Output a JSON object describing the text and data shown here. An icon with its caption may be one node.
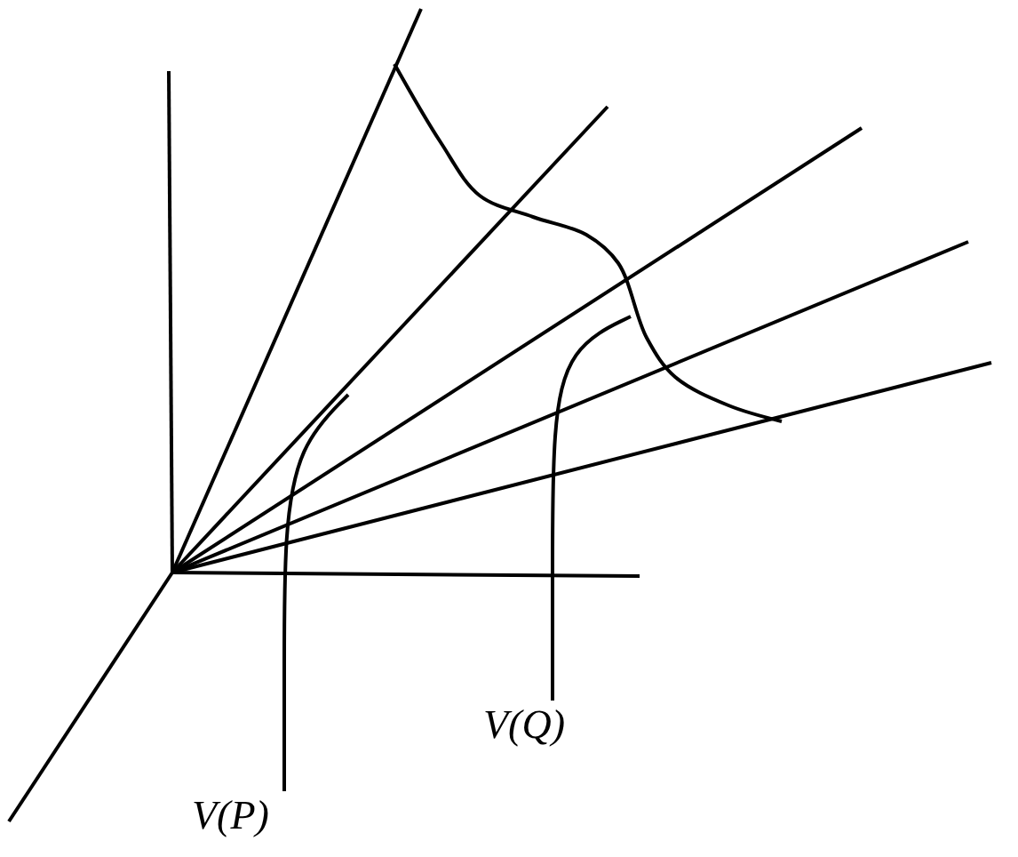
{
  "diagram": {
    "nodes": [
      {
        "text": [
          "V(P)"
        ]
      },
      {
        "text": [
          "V(Q)"
        ]
      }
    ],
    "edges": [
      {
        "from": 0,
        "to": null,
        "arrow": "none"
      },
      {
        "from": 1,
        "to": null,
        "arrow": "none"
      }
    ]
  }
}
